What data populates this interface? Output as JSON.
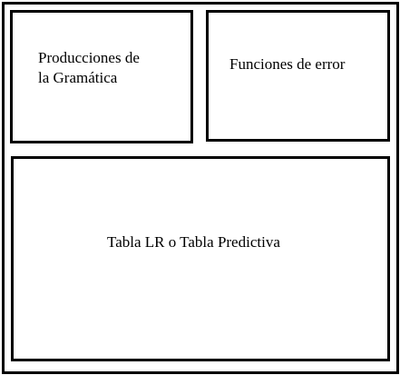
{
  "diagram": {
    "productions": {
      "line1": "Producciones de",
      "line2": "la Gramática"
    },
    "errors": {
      "label": "Funciones de error"
    },
    "table": {
      "label": "Tabla LR o Tabla Predictiva"
    }
  }
}
